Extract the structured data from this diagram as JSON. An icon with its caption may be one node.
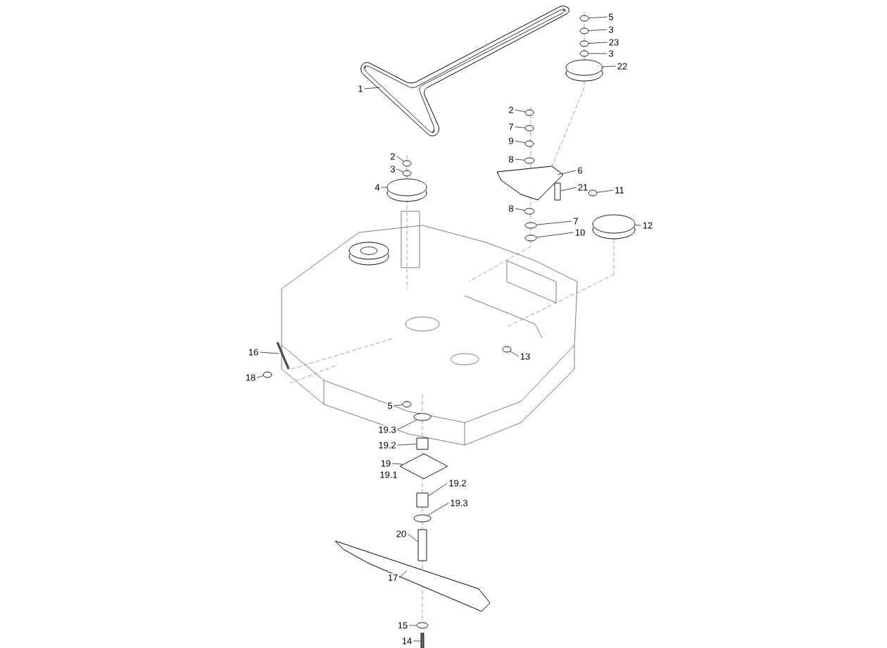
{
  "diagram": {
    "nodes": [
      {
        "text": [
          "1"
        ]
      },
      {
        "text": [
          "5"
        ]
      },
      {
        "text": [
          "3"
        ]
      },
      {
        "text": [
          "23"
        ]
      },
      {
        "text": [
          "3"
        ]
      },
      {
        "text": [
          "22"
        ]
      },
      {
        "text": [
          "2"
        ]
      },
      {
        "text": [
          "7"
        ]
      },
      {
        "text": [
          "9"
        ]
      },
      {
        "text": [
          "8"
        ]
      },
      {
        "text": [
          "6"
        ]
      },
      {
        "text": [
          "21"
        ]
      },
      {
        "text": [
          "2"
        ]
      },
      {
        "text": [
          "3"
        ]
      },
      {
        "text": [
          "4"
        ]
      },
      {
        "text": [
          "11"
        ]
      },
      {
        "text": [
          "8"
        ]
      },
      {
        "text": [
          "7"
        ]
      },
      {
        "text": [
          "10"
        ]
      },
      {
        "text": [
          "12"
        ]
      },
      {
        "text": [
          "16"
        ]
      },
      {
        "text": [
          "18"
        ]
      },
      {
        "text": [
          "13"
        ]
      },
      {
        "text": [
          "5"
        ]
      },
      {
        "text": [
          "19.3"
        ]
      },
      {
        "text": [
          "19.2"
        ]
      },
      {
        "text": [
          "19"
        ]
      },
      {
        "text": [
          "19.2"
        ]
      },
      {
        "text": [
          "19.3"
        ]
      },
      {
        "text": [
          "20"
        ]
      },
      {
        "text": [
          "17"
        ]
      },
      {
        "text": [
          "15"
        ]
      },
      {
        "text": [
          "14"
        ]
      },
      {
        "text": [],
        "shape": "circle"
      },
      {
        "text": [],
        "shape": "circle"
      },
      {
        "text": [],
        "shape": "circle"
      },
      {
        "text": [],
        "shape": "circle"
      },
      {
        "text": [],
        "shape": "circle"
      },
      {
        "text": [],
        "shape": "circle"
      },
      {
        "text": [],
        "shape": "circle"
      },
      {
        "text": [],
        "shape": "circle"
      },
      {
        "text": [],
        "shape": "circle"
      },
      {
        "text": [],
        "shape": "box"
      },
      {
        "text": [],
        "shape": "circle"
      },
      {
        "text": [],
        "shape": "circle"
      },
      {
        "text": [],
        "shape": "circle"
      },
      {
        "text": [],
        "shape": "circle"
      },
      {
        "text": [],
        "shape": "circle"
      },
      {
        "text": [],
        "shape": "circle"
      },
      {
        "text": [],
        "shape": "circle"
      },
      {
        "text": [],
        "shape": "circle"
      },
      {
        "text": [],
        "shape": "circle"
      },
      {
        "text": [],
        "shape": "circle"
      },
      {
        "text": [],
        "shape": "circle"
      },
      {
        "text": [],
        "shape": "circle"
      },
      {
        "text": [],
        "shape": "box"
      },
      {
        "text": [],
        "shape": "diamond"
      },
      {
        "text": [],
        "shape": "box"
      },
      {
        "text": [],
        "shape": "circle"
      },
      {
        "text": [],
        "shape": "box"
      },
      {
        "text": [],
        "shape": "circle"
      },
      {
        "text": [],
        "shape": "bar"
      }
    ],
    "edges": [
      {
        "from": 0,
        "to": null,
        "arrow": "none"
      },
      {
        "from": 1,
        "to": 33,
        "arrow": "none"
      },
      {
        "from": 2,
        "to": 34,
        "arrow": "none"
      },
      {
        "from": 3,
        "to": 35,
        "arrow": "none"
      },
      {
        "from": 4,
        "to": 36,
        "arrow": "none"
      },
      {
        "from": 5,
        "to": 37,
        "arrow": "none"
      },
      {
        "from": 6,
        "to": 38,
        "arrow": "none"
      },
      {
        "from": 7,
        "to": 39,
        "arrow": "none"
      },
      {
        "from": 8,
        "to": 40,
        "arrow": "none"
      },
      {
        "from": 9,
        "to": 41,
        "arrow": "none"
      },
      {
        "from": 10,
        "to": null,
        "arrow": "none"
      },
      {
        "from": 11,
        "to": 42,
        "arrow": "none"
      },
      {
        "from": 12,
        "to": 43,
        "arrow": "none"
      },
      {
        "from": 13,
        "to": 44,
        "arrow": "none"
      },
      {
        "from": 14,
        "to": 45,
        "arrow": "none"
      },
      {
        "from": 15,
        "to": 46,
        "arrow": "none"
      },
      {
        "from": 16,
        "to": 47,
        "arrow": "none"
      },
      {
        "from": 17,
        "to": 48,
        "arrow": "none"
      },
      {
        "from": 18,
        "to": 49,
        "arrow": "none"
      },
      {
        "from": 19,
        "to": 50,
        "arrow": "none"
      },
      {
        "from": 20,
        "to": null,
        "arrow": "none"
      },
      {
        "from": 21,
        "to": 51,
        "arrow": "none"
      },
      {
        "from": 22,
        "to": 52,
        "arrow": "none"
      },
      {
        "from": 23,
        "to": 53,
        "arrow": "none"
      },
      {
        "from": 24,
        "to": 54,
        "arrow": "none"
      },
      {
        "from": 25,
        "to": 55,
        "arrow": "none"
      },
      {
        "from": 26,
        "to": 56,
        "arrow": "none"
      },
      {
        "from": 27,
        "to": 57,
        "arrow": "none"
      },
      {
        "from": 28,
        "to": 58,
        "arrow": "none"
      },
      {
        "from": 29,
        "to": 59,
        "arrow": "none"
      },
      {
        "from": 30,
        "to": null,
        "arrow": "none"
      },
      {
        "from": 31,
        "to": 60,
        "arrow": "none"
      },
      {
        "from": 32,
        "to": 61,
        "arrow": "none"
      }
    ],
    "labels": [
      "19.1"
    ]
  }
}
